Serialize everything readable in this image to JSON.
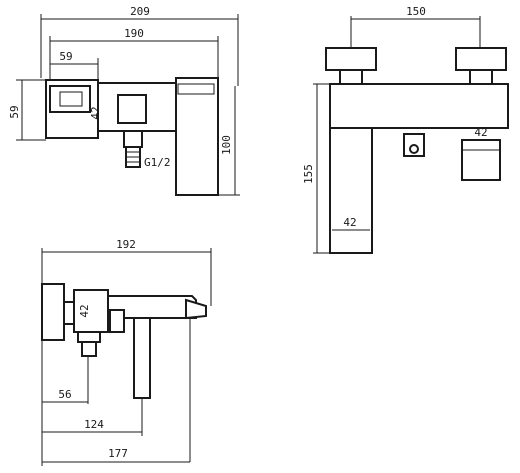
{
  "front_view": {
    "dims": {
      "overall_width": "209",
      "centers_width": "190",
      "handle_offset": "59",
      "left_height": "59",
      "body_height": "42",
      "right_height": "100",
      "thread": "G1/2"
    }
  },
  "side_view": {
    "dims": {
      "centers": "150",
      "height": "155",
      "spout_width": "42",
      "outlet": "42"
    }
  },
  "top_view": {
    "dims": {
      "depth_192": "192",
      "dim_42": "42",
      "dim_56": "56",
      "dim_124": "124",
      "dim_177": "177"
    }
  },
  "colors": {
    "line": "#1a1a1a",
    "background": "#ffffff"
  }
}
